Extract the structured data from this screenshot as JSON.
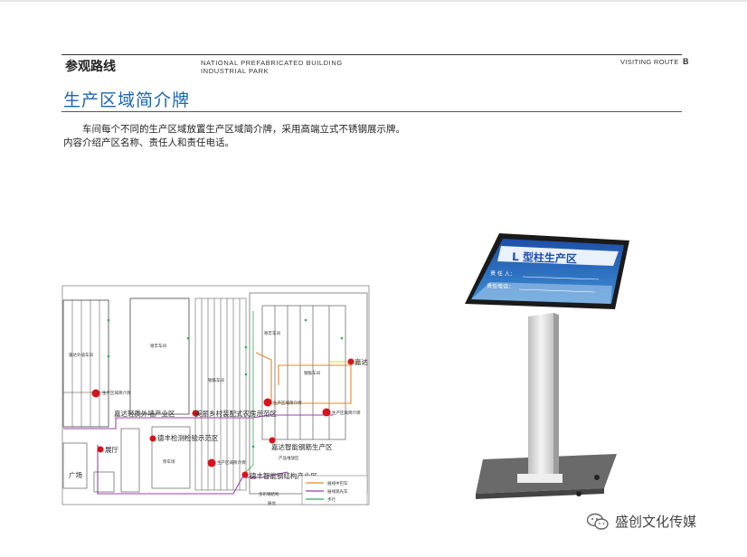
{
  "header": {
    "title": "参观路线",
    "en_line1": "NATIONAL PREFABRICATED BUILDING",
    "en_line2": "INDUSTRIAL PARK",
    "route_label": "VISITING ROUTE",
    "route_letter": "B"
  },
  "section": {
    "title": "生产区域简介牌",
    "paragraph1": "车间每个不同的生产区域放置生产区域简介牌，采用高端立式不锈钢展示牌。",
    "paragraph2": "内容介绍产区名称、责任人和责任电话。"
  },
  "map": {
    "labels": {
      "l1": "嘉达轻质外墙产业区",
      "l2": "美丽乡村装配式农房示范区",
      "l3": "德丰检测检验示范区",
      "l4": "嘉达智能钢筋生产区",
      "l5": "德丰智能钢结构产业区",
      "l6": "嘉达",
      "l7": "展厅",
      "l8": "广场"
    },
    "small_labels": {
      "s1": "嘉达外墙车间",
      "s2": "德丰车间",
      "s3": "钢筋车间",
      "s4": "停车场",
      "s5": "生产区域简介牌",
      "s6": "生产区域简介牌",
      "s7": "生产区域简介牌",
      "s8": "生产区域简介牌",
      "s9": "产品堆放区",
      "s10": "多彩钢结构",
      "s11": "展台",
      "s12": "钢筋车间",
      "s13": "德丰车间"
    },
    "legend": [
      "展线中巴车",
      "展线观光车",
      "步行"
    ],
    "colors": {
      "route_bus": "#e08a2a",
      "route_tour": "#9b3fae",
      "route_walk": "#2fa85a",
      "marker": "#d4141c",
      "building_line": "#555555"
    }
  },
  "kiosk": {
    "screen_title": "L 型柱生产区",
    "field1": "责 任 人：",
    "field2": "责任电话：",
    "colors": {
      "frame": "#1a1a1a",
      "screen_top": "#1e4fa8",
      "screen_bottom": "#3d8fd6",
      "title_bg": "#e9f1fb",
      "title_text": "#1e4fa8",
      "post": "#e4e4e4",
      "base": "#666666"
    }
  },
  "watermark": {
    "text": "盛创文化传媒",
    "icon": "wechat-icon"
  }
}
